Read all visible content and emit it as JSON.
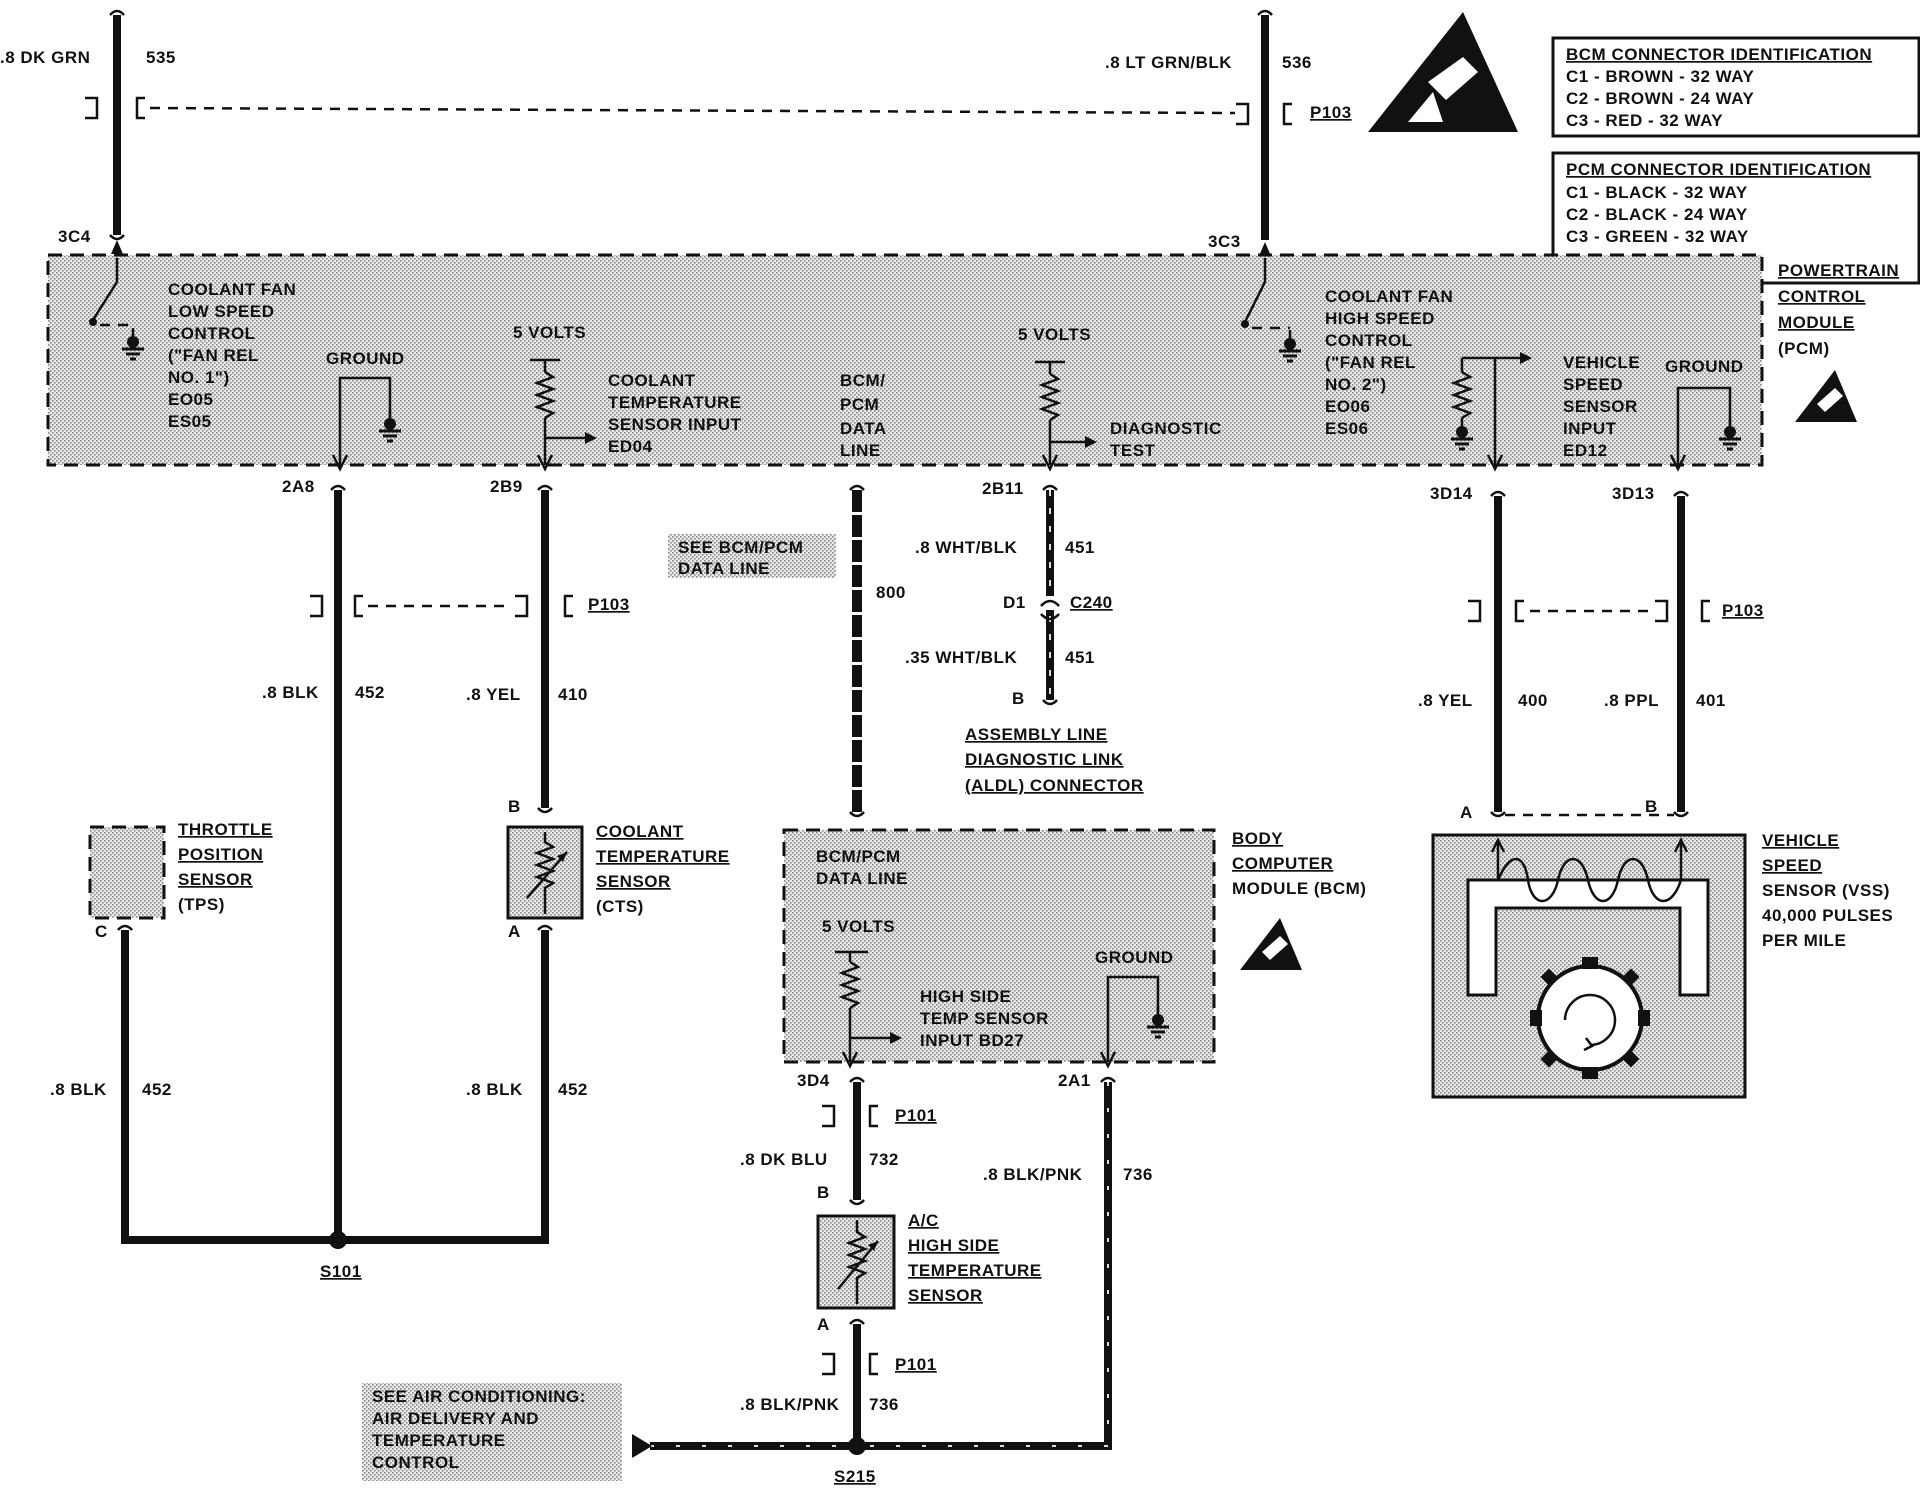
{
  "pcm_module": {
    "name_lines": [
      "POWERTRAIN",
      "CONTROL",
      "MODULE",
      "(PCM)"
    ],
    "fan_low": [
      "COOLANT FAN",
      "LOW SPEED",
      "CONTROL",
      "(\"FAN REL",
      "NO. 1\")",
      "EO05",
      "ES05"
    ],
    "ground1": "GROUND",
    "volts1": "5 VOLTS",
    "coolant_input": [
      "COOLANT",
      "TEMPERATURE",
      "SENSOR INPUT",
      "ED04"
    ],
    "data_line": [
      "BCM/",
      "PCM",
      "DATA",
      "LINE"
    ],
    "volts2": "5 VOLTS",
    "diag": [
      "DIAGNOSTIC",
      "TEST"
    ],
    "fan_high": [
      "COOLANT FAN",
      "HIGH SPEED",
      "CONTROL",
      "(\"FAN REL",
      "NO. 2\")",
      "EO06",
      "ES06"
    ],
    "vss_input": [
      "VEHICLE",
      "SPEED",
      "SENSOR",
      "INPUT",
      "ED12"
    ],
    "ground2": "GROUND"
  },
  "bcm_conn": {
    "title": "BCM CONNECTOR IDENTIFICATION",
    "lines": [
      "C1 - BROWN - 32 WAY",
      "C2 - BROWN - 24 WAY",
      "C3 - RED - 32 WAY"
    ]
  },
  "pcm_conn": {
    "title": "PCM CONNECTOR IDENTIFICATION",
    "lines": [
      "C1 - BLACK - 32 WAY",
      "C2 - BLACK - 24 WAY",
      "C3 - GREEN - 32 WAY"
    ]
  },
  "pins": {
    "p3c4": "3C4",
    "p3c3": "3C3",
    "p2a8": "2A8",
    "p2b9": "2B9",
    "p2b11": "2B11",
    "p3d14": "3D14",
    "p3d13": "3D13",
    "p3d4": "3D4",
    "p2a1": "2A1",
    "b_cts": "B",
    "a_cts": "A",
    "c_tps": "C",
    "d1": "D1",
    "b_aldl": "B",
    "a_vss": "A",
    "b_vss": "B",
    "b_ac": "B",
    "a_ac": "A"
  },
  "wires": {
    "w535": {
      "color": ".8 DK GRN",
      "num": "535"
    },
    "w536": {
      "color": ".8 LT GRN/BLK",
      "num": "536"
    },
    "w452a": {
      "color": ".8 BLK",
      "num": "452"
    },
    "w410": {
      "color": ".8 YEL",
      "num": "410"
    },
    "w800": {
      "num": "800"
    },
    "w451a": {
      "color": ".8 WHT/BLK",
      "num": "451"
    },
    "w451b": {
      "color": ".35 WHT/BLK",
      "num": "451"
    },
    "w400": {
      "color": ".8 YEL",
      "num": "400"
    },
    "w401": {
      "color": ".8 PPL",
      "num": "401"
    },
    "w452b": {
      "color": ".8 BLK",
      "num": "452"
    },
    "w452c": {
      "color": ".8 BLK",
      "num": "452"
    },
    "w732": {
      "color": ".8 DK BLU",
      "num": "732"
    },
    "w736a": {
      "color": ".8 BLK/PNK",
      "num": "736"
    },
    "w736b": {
      "color": ".8 BLK/PNK",
      "num": "736"
    }
  },
  "connectors": {
    "p103a": "P103",
    "p103b": "P103",
    "p103c": "P103",
    "c240": "C240",
    "p101a": "P101",
    "p101b": "P101"
  },
  "refs": {
    "see_bcm": [
      "SEE BCM/PCM",
      "DATA LINE"
    ],
    "see_ac": [
      "SEE AIR CONDITIONING:",
      "AIR DELIVERY AND",
      "TEMPERATURE",
      "CONTROL"
    ]
  },
  "aldl": [
    "ASSEMBLY LINE",
    "DIAGNOSTIC LINK",
    "(ALDL) CONNECTOR"
  ],
  "tps": [
    "THROTTLE",
    "POSITION",
    "SENSOR",
    "(TPS)"
  ],
  "cts": [
    "COOLANT",
    "TEMPERATURE",
    "SENSOR",
    "(CTS)"
  ],
  "bcm_module": {
    "name_lines": [
      "BODY",
      "COMPUTER",
      "MODULE (BCM)"
    ],
    "data_line": [
      "BCM/PCM",
      "DATA LINE"
    ],
    "volts": "5 VOLTS",
    "hs_input": [
      "HIGH SIDE",
      "TEMP SENSOR",
      "INPUT BD27"
    ],
    "ground": "GROUND"
  },
  "vss": [
    "VEHICLE",
    "SPEED",
    "SENSOR (VSS)",
    "40,000 PULSES",
    "PER MILE"
  ],
  "ac_sensor": [
    "A/C",
    "HIGH SIDE",
    "TEMPERATURE",
    "SENSOR"
  ],
  "splices": {
    "s101": "S101",
    "s215": "S215"
  }
}
